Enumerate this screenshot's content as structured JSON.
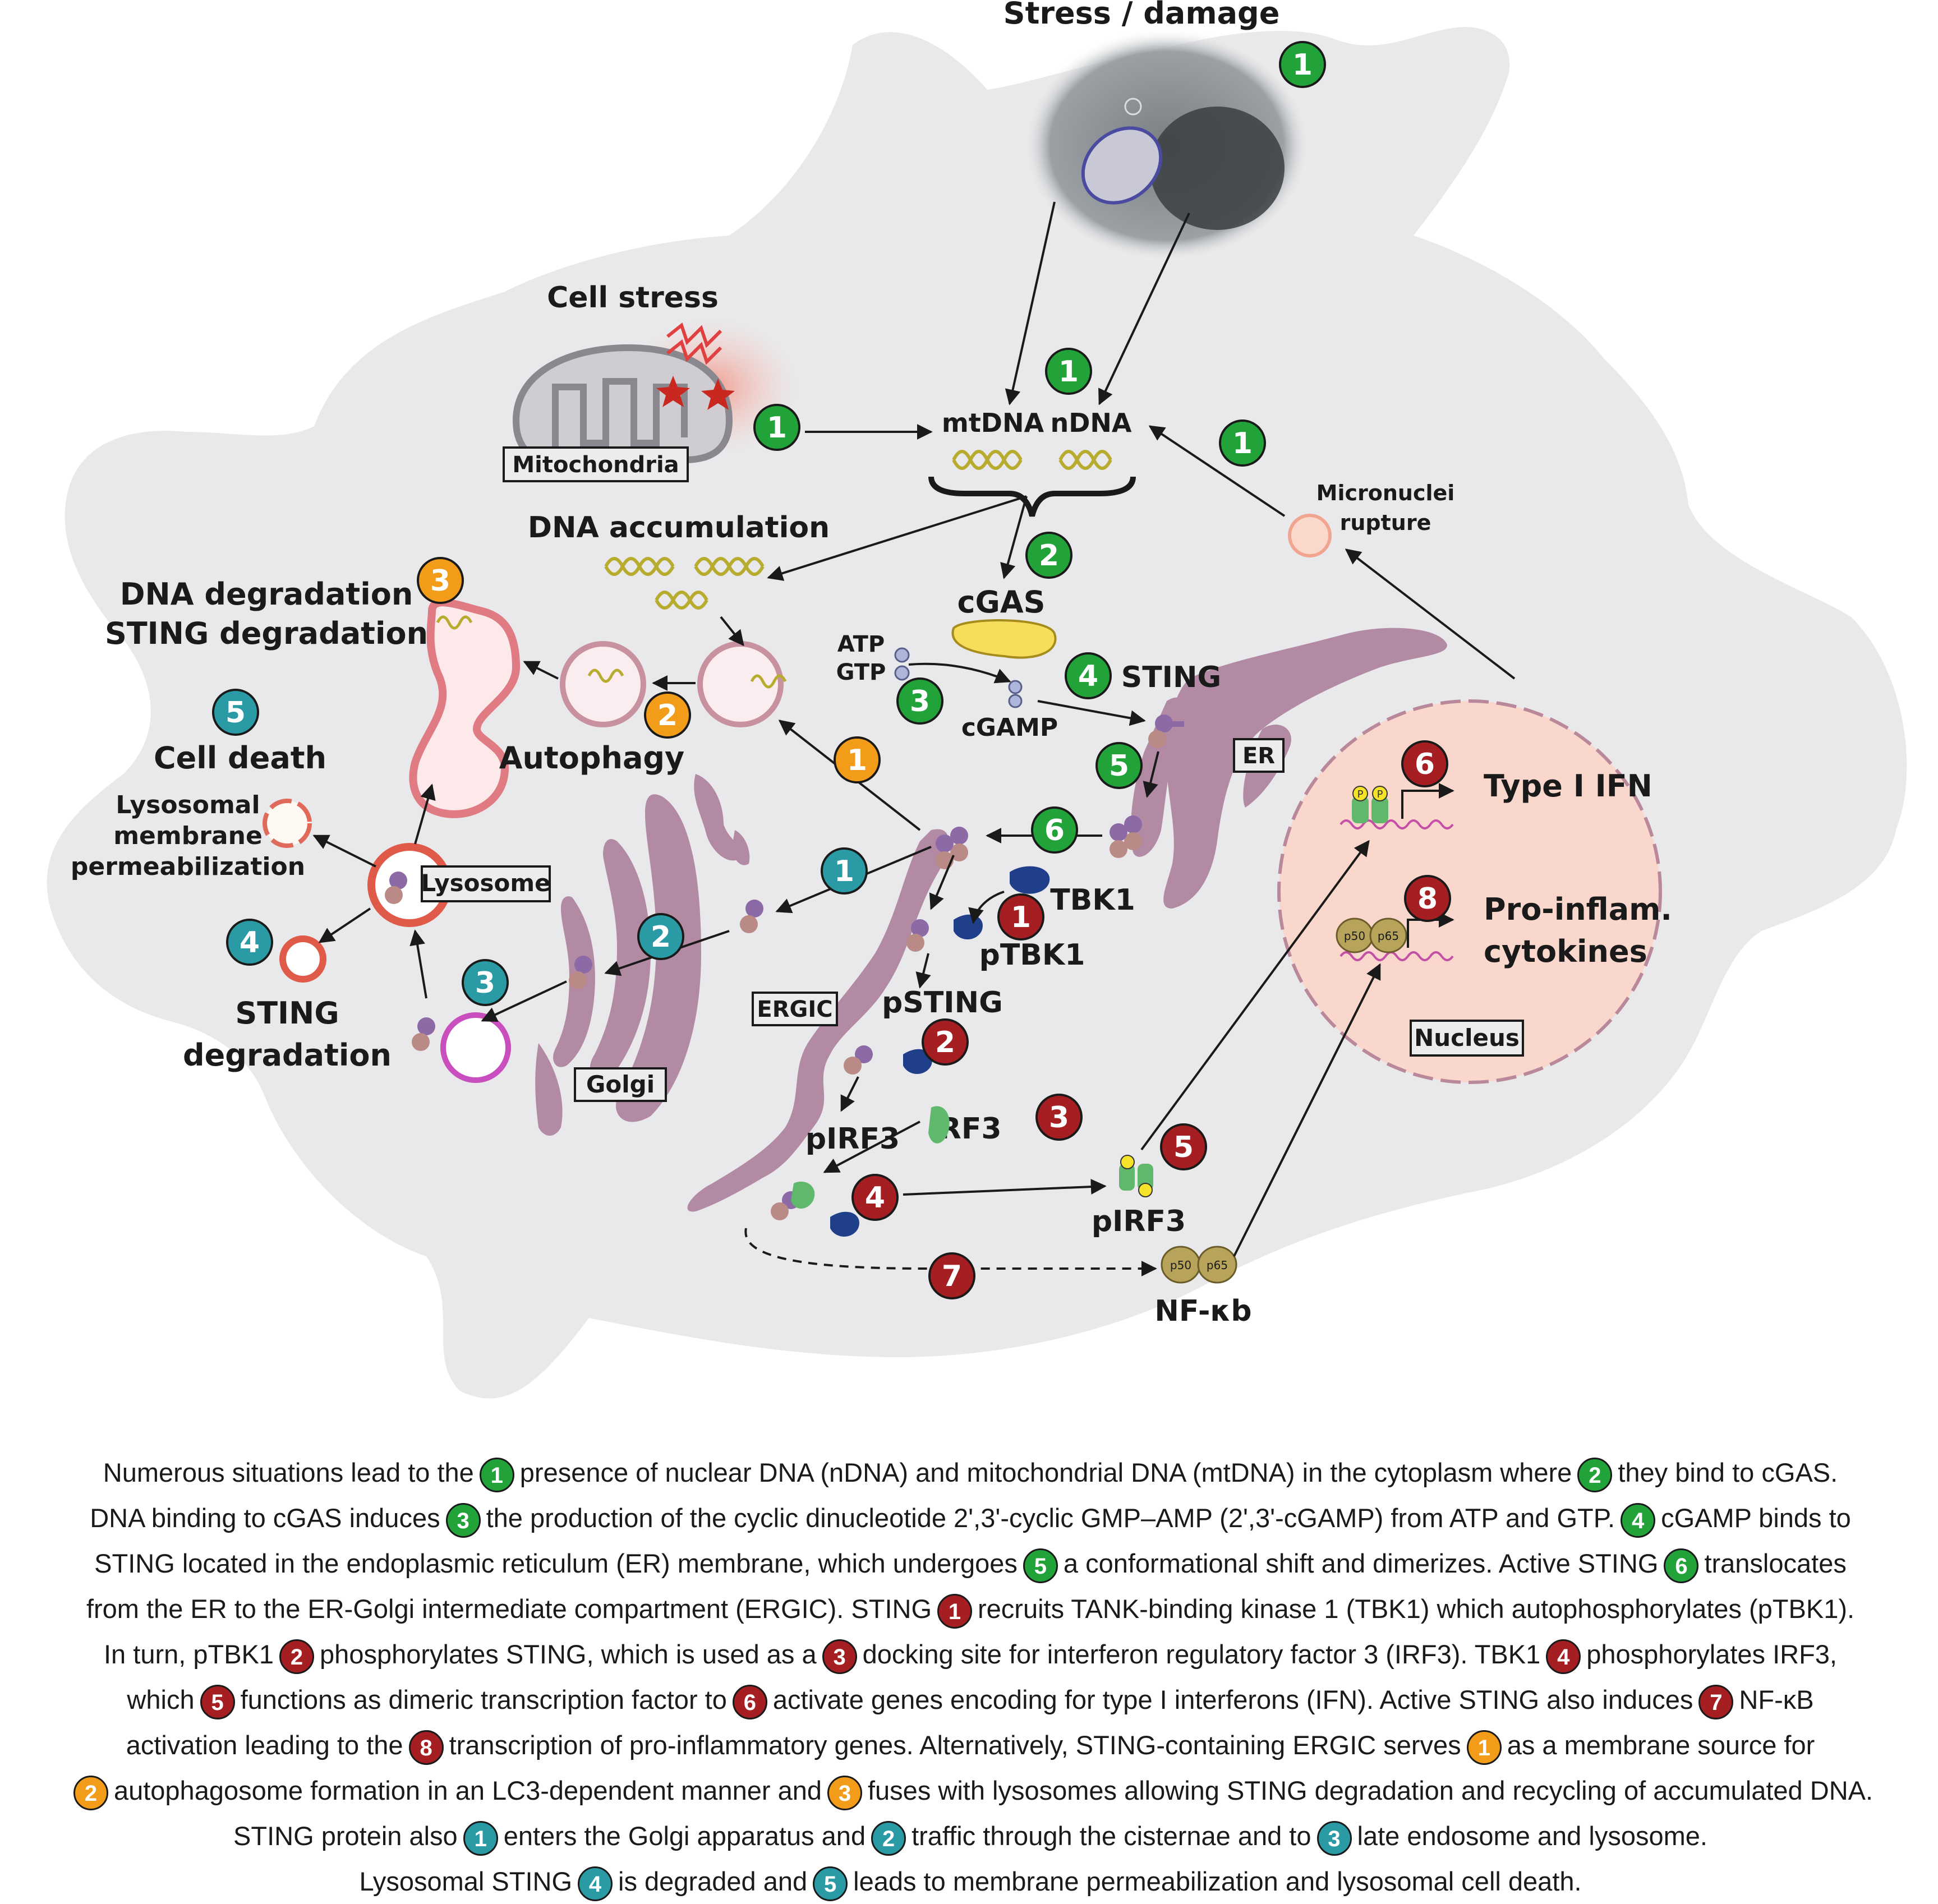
{
  "labels": {
    "stress_damage": "Stress / damage",
    "cell_stress": "Cell stress",
    "mitochondria": "Mitochondria",
    "mtdna": "mtDNA",
    "ndna": "nDNA",
    "micronuclei": "Micronuclei",
    "rupture": "rupture",
    "dna_accumulation": "DNA accumulation",
    "dna_degradation": "DNA degradation",
    "sting_degradation_top": "STING degradation",
    "cell_death": "Cell death",
    "autophagy": "Autophagy",
    "lmp_1": "Lysosomal",
    "lmp_2": "membrane",
    "lmp_3": "permeabilization",
    "lysosome": "Lysosome",
    "sting_deg_1": "STING",
    "sting_deg_2": "degradation",
    "golgi": "Golgi",
    "ergic": "ERGIC",
    "er": "ER",
    "cgas": "cGAS",
    "atp": "ATP",
    "gtp": "GTP",
    "cgamp": "cGAMP",
    "sting": "STING",
    "tbk1": "TBK1",
    "ptbk1": "pTBK1",
    "psting": "pSTING",
    "irf3": "IRF3",
    "pirf3_left": "pIRF3",
    "pirf3_right": "pIRF3",
    "nfkb": "NF-κb",
    "type1_ifn": "Type I IFN",
    "proinflam_1": "Pro-inflam.",
    "proinflam_2": "cytokines",
    "nucleus": "Nucleus",
    "p_mark": "P",
    "p50": "p50",
    "p65": "p65"
  },
  "badges": [
    {
      "id": "g1-top",
      "text": "1",
      "color": "#22a33a"
    },
    {
      "id": "g1-mid",
      "text": "1",
      "color": "#22a33a"
    },
    {
      "id": "g1-left",
      "text": "1",
      "color": "#22a33a"
    },
    {
      "id": "g1-right",
      "text": "1",
      "color": "#22a33a"
    },
    {
      "id": "g2",
      "text": "2",
      "color": "#22a33a"
    },
    {
      "id": "g3",
      "text": "3",
      "color": "#22a33a"
    },
    {
      "id": "g4",
      "text": "4",
      "color": "#22a33a"
    },
    {
      "id": "g5",
      "text": "5",
      "color": "#22a33a"
    },
    {
      "id": "g6",
      "text": "6",
      "color": "#22a33a"
    },
    {
      "id": "r1",
      "text": "1",
      "color": "#a51e22"
    },
    {
      "id": "r2",
      "text": "2",
      "color": "#a51e22"
    },
    {
      "id": "r3",
      "text": "3",
      "color": "#a51e22"
    },
    {
      "id": "r4",
      "text": "4",
      "color": "#a51e22"
    },
    {
      "id": "r5",
      "text": "5",
      "color": "#a51e22"
    },
    {
      "id": "r6",
      "text": "6",
      "color": "#a51e22"
    },
    {
      "id": "r7",
      "text": "7",
      "color": "#a51e22"
    },
    {
      "id": "r8",
      "text": "8",
      "color": "#a51e22"
    },
    {
      "id": "o1",
      "text": "1",
      "color": "#f39c1a"
    },
    {
      "id": "o2",
      "text": "2",
      "color": "#f39c1a"
    },
    {
      "id": "o3",
      "text": "3",
      "color": "#f39c1a"
    },
    {
      "id": "t1",
      "text": "1",
      "color": "#2a9aa5"
    },
    {
      "id": "t2",
      "text": "2",
      "color": "#2a9aa5"
    },
    {
      "id": "t3",
      "text": "3",
      "color": "#2a9aa5"
    },
    {
      "id": "t4",
      "text": "4",
      "color": "#2a9aa5"
    },
    {
      "id": "t5",
      "text": "5",
      "color": "#2a9aa5"
    }
  ],
  "caption": {
    "l1a": "Numerous situations lead to the",
    "l1b": "presence of nuclear DNA (nDNA) and mitochondrial DNA (mtDNA) in the cytoplasm where",
    "l1c": "they bind to cGAS.",
    "l2a": "DNA binding to cGAS induces",
    "l2b": "the production of the cyclic dinucleotide 2',3'-cyclic GMP–AMP (2',3'-cGAMP) from ATP and GTP.",
    "l2c": "cGAMP binds to",
    "l3a": "STING located in the endoplasmic reticulum (ER) membrane, which undergoes",
    "l3b": "a conformational shift and dimerizes. Active STING",
    "l3c": "translocates",
    "l4a": "from the ER to the ER-Golgi intermediate compartment (ERGIC). STING",
    "l4b": "recruits TANK-binding kinase 1 (TBK1) which autophosphorylates (pTBK1).",
    "l5a": "In turn, pTBK1",
    "l5b": "phosphorylates STING, which is used as a",
    "l5c": "docking site for interferon regulatory factor 3 (IRF3). TBK1",
    "l5d": "phosphorylates IRF3,",
    "l6a": "which",
    "l6b": "functions as dimeric transcription factor to",
    "l6c": "activate genes encoding for type I interferons (IFN). Active STING also induces",
    "l6d": "NF-κB",
    "l7a": "activation leading to the",
    "l7b": "transcription of pro-inflammatory genes. Alternatively, STING-containing ERGIC serves",
    "l7c": "as a membrane source for",
    "l8a": "autophagosome formation in an LC3-dependent manner and",
    "l8b": "fuses with lysosomes allowing STING degradation and recycling of accumulated DNA.",
    "l9a": "STING protein also",
    "l9b": "enters the Golgi apparatus and",
    "l9c": "traffic through the cisternae and to",
    "l9d": "late endosome and lysosome.",
    "l10a": "Lysosomal STING",
    "l10b": "is degraded and",
    "l10c": "leads to membrane permeabilization and lysosomal cell death.",
    "b1": "1",
    "b2": "2",
    "b3": "3",
    "b4": "4",
    "b5": "5",
    "b6": "6",
    "b7": "7",
    "b8": "8"
  },
  "colors": {
    "cell": "#e9e8ea",
    "nucleus": "#f9d7cc",
    "organelle": "#b28aa3",
    "green": "#22a33a",
    "red": "#a51e22",
    "orange": "#f39c1a",
    "teal": "#2a9aa5"
  }
}
